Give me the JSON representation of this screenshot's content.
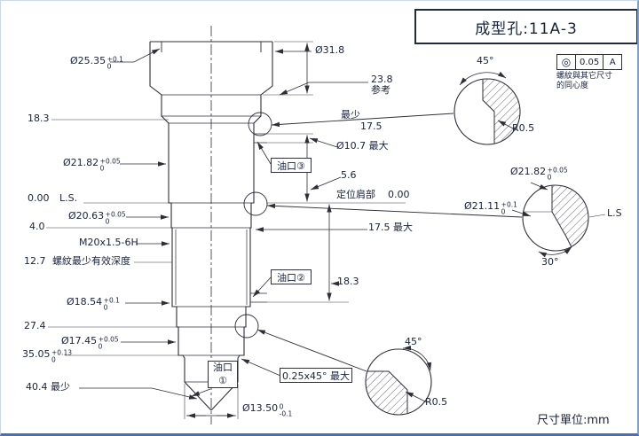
{
  "title_block": {
    "title": "成型孔:11A-3"
  },
  "footer": {
    "units": "尺寸單位:mm"
  },
  "gdt": {
    "symbol": "◎",
    "value": "0.05",
    "datum": "A",
    "note1": "螺紋與其它尺寸",
    "note2": "的同心度"
  },
  "ports": {
    "p3": "油口③",
    "p2": "油口②",
    "p1a": "油口",
    "p1b": "①"
  },
  "dims": {
    "d2535": {
      "v": "Ø25.35",
      "up": "+0.1",
      "dn": "0"
    },
    "depth183": {
      "v": "18.3"
    },
    "d2182": {
      "v": "Ø21.82",
      "up": "+0.05",
      "dn": "0"
    },
    "datum": {
      "v": "0.00"
    },
    "ls": {
      "v": "L.S."
    },
    "d2063": {
      "v": "Ø20.63",
      "up": "+0.05",
      "dn": "0"
    },
    "depth4": {
      "v": "4.0"
    },
    "thread": {
      "v": "M20x1.5-6H"
    },
    "depth127": {
      "v": "12.7"
    },
    "thread_note": {
      "v": "螺紋最少有效深度"
    },
    "d1854": {
      "v": "Ø18.54",
      "up": "+0.1",
      "dn": "0"
    },
    "depth274": {
      "v": "27.4"
    },
    "d1745": {
      "v": "Ø17.45",
      "up": "+0.05",
      "dn": "0"
    },
    "depth3505": {
      "v": "35.05",
      "up": "+0.13",
      "dn": "0"
    },
    "depth404": {
      "v": "40.4 最少"
    },
    "d318": {
      "v": "Ø31.8"
    },
    "d238": {
      "v": "23.8"
    },
    "ref": {
      "v": "参考"
    },
    "min": {
      "v": "最少"
    },
    "d175": {
      "v": "17.5"
    },
    "d107": {
      "v": "Ø10.7 最大"
    },
    "d56": {
      "v": "5.6"
    },
    "shoulder": {
      "v": "定位肩部"
    },
    "zero": {
      "v": "0.00"
    },
    "d175max": {
      "v": "17.5 最大"
    },
    "d183r": {
      "v": "18.3"
    },
    "chamfer": {
      "v": "0.25x45° 最大"
    },
    "d1350": {
      "v": "Ø13.50",
      "up": "0",
      "dn": "-0.1"
    },
    "a45t": {
      "v": "45°"
    },
    "r05t": {
      "v": "R0.5"
    },
    "d2182b": {
      "v": "Ø21.82",
      "up": "+0.05",
      "dn": "0"
    },
    "d2111": {
      "v": "Ø21.11",
      "up": "+0.1",
      "dn": "0"
    },
    "lsb": {
      "v": "L.S"
    },
    "a30": {
      "v": "30°"
    },
    "a45b": {
      "v": "45°"
    },
    "r05b": {
      "v": "R0.5"
    }
  }
}
